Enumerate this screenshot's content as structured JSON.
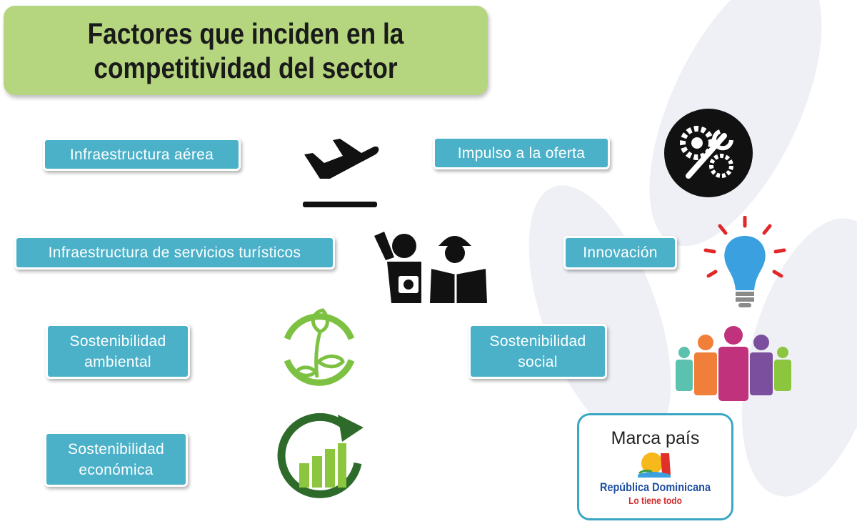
{
  "title": "Factores que inciden en la competitividad del sector",
  "factors": {
    "air": "Infraestructura aérea",
    "offer": "Impulso a la oferta",
    "services": "Infraestructura de servicios turísticos",
    "innovation": "Innovación",
    "environmental": "Sostenibilidad ambiental",
    "social": "Sostenibilidad social",
    "economic": "Sostenibilidad económica"
  },
  "brand": {
    "heading": "Marca país",
    "logo_name": "República Dominicana",
    "slogan": "Lo tiene todo"
  },
  "colors": {
    "title_bg": "#b5d67e",
    "label_bg": "#4bb1c9",
    "brand_border": "#3aa6c4"
  }
}
